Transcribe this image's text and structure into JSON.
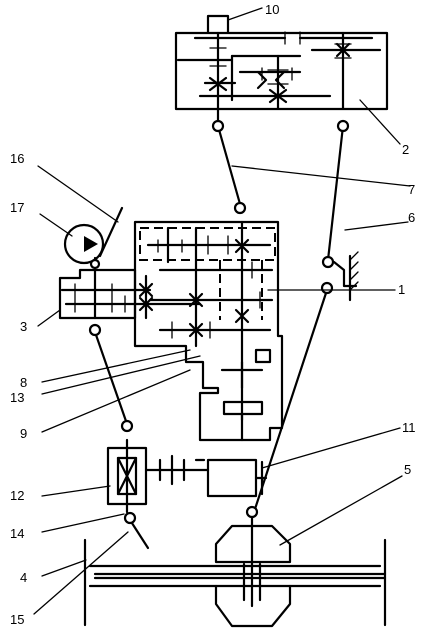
{
  "diagram": {
    "labels": {
      "l1": "1",
      "l2": "2",
      "l3": "3",
      "l4": "4",
      "l5": "5",
      "l6": "6",
      "l7": "7",
      "l8": "8",
      "l9": "9",
      "l10": "10",
      "l11": "11",
      "l12": "12",
      "l13": "13",
      "l14": "14",
      "l15": "15",
      "l16": "16",
      "l17": "17"
    }
  }
}
